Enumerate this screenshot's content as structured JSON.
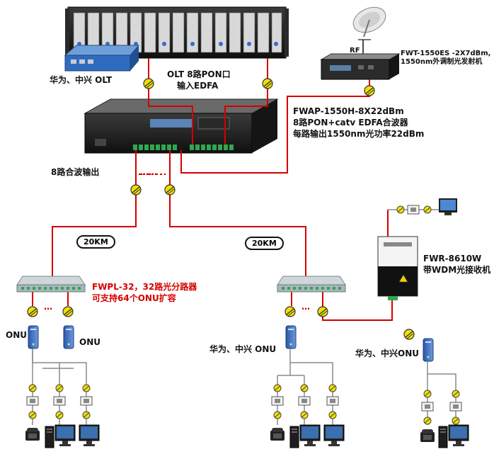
{
  "labels": {
    "olt_label": "华为、中兴 OLT",
    "olt_pon_line1": "OLT 8路PON口",
    "olt_pon_line2": "输入EDFA",
    "rf": "RF",
    "transmitter_line1": "FWT-1550ES -2X7dBm,",
    "transmitter_line2": "1550nm外调制光发射机",
    "edfa_line1": "FWAP-1550H-8X22dBm",
    "edfa_line2": "8路PON+catv EDFA合波器",
    "edfa_line3": "每路输出1550nm光功率22dBm",
    "combined_output": "8路合波输出",
    "dots": "……",
    "km_left": "20KM",
    "km_right": "20KM",
    "splitter_line1": "FWPL-32，32路光分路器",
    "splitter_line2": "可支持64个ONU扩容",
    "splitter_dots": "…",
    "receiver_line1": "FWR-8610W",
    "receiver_line2": "带WDM光接收机",
    "onu_left1": "ONU",
    "onu_left2": "ONU",
    "onu_mid": "华为、中兴 ONU",
    "onu_right": "华为、中兴ONU"
  },
  "colors": {
    "fiber_red": "#d40000",
    "coax_gray": "#8a8a8a",
    "connector_yellow": "#f0e000",
    "rack_dark": "#1c1c1c",
    "led_green": "#2fa84f"
  }
}
